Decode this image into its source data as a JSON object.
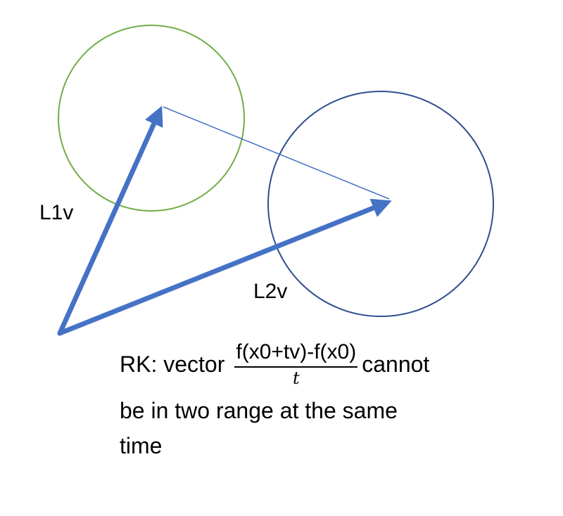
{
  "labels": {
    "l1v": "L1v",
    "l2v": "L2v"
  },
  "caption": {
    "prefix": "RK: vector",
    "fraction_numerator": "f(x0+tv)-f(x0)",
    "fraction_denominator": "t",
    "suffix": "cannot",
    "line2": "be in two range at the same",
    "line3": "time"
  },
  "colors": {
    "vector": "#4472C4",
    "circle_l1": "#70AD47",
    "circle_l2": "#2F4F8F",
    "connector": "#4472C4"
  }
}
